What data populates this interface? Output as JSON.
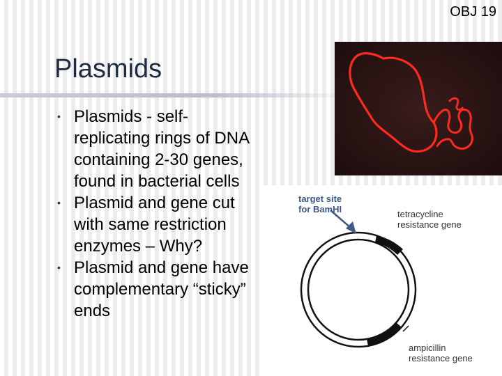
{
  "slide": {
    "obj_label": "OBJ 19",
    "title": "Plasmids",
    "bullets": [
      "Plasmids - self-replicating rings of DNA containing 2-30 genes, found in bacterial cells",
      "Plasmid and gene cut with same restriction enzymes – Why?",
      "Plasmid and gene have complementary “sticky” ends"
    ],
    "bullet_symbol": "•"
  },
  "diagram": {
    "target_site_label": [
      "target site",
      "for BamHI"
    ],
    "tetracycline_label": [
      "tetracycline",
      "resistance gene"
    ],
    "ampicillin_label": [
      "ampicillin",
      "resistance gene"
    ]
  },
  "colors": {
    "title": "#1f2a44",
    "diagram_label_blue": "#3f5a86",
    "plasmid_red": "#ff2a1e"
  }
}
